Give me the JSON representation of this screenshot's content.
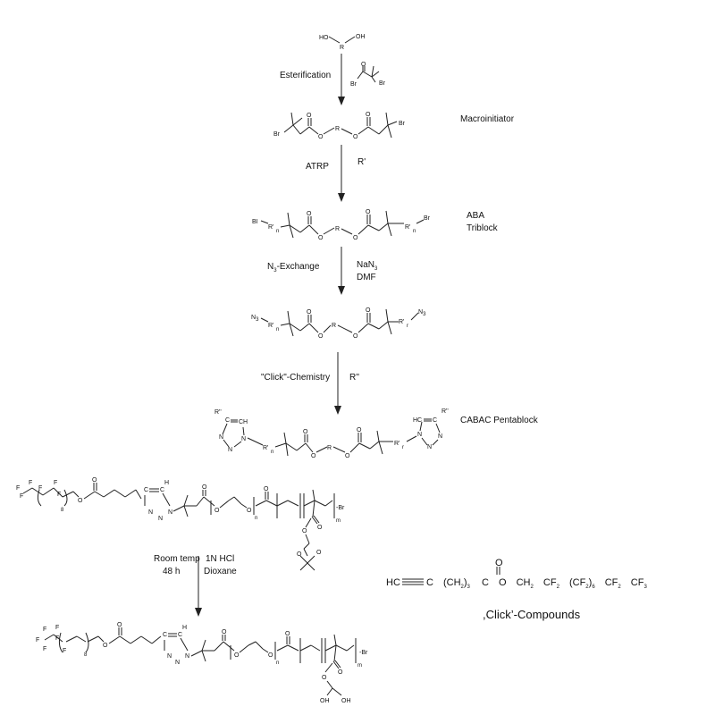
{
  "reagents": {
    "step1_label": "Esterification",
    "step2_label": "ATRP",
    "step2_reagent": "R'",
    "step3_label_main": "N",
    "step3_label_sub": "3",
    "step3_label_rest": "-Exchange",
    "step3_reagent1_main": "NaN",
    "step3_reagent1_sub": "3",
    "step3_reagent2": "DMF",
    "step4_label": "\"Click\"-Chemistry",
    "step4_reagent": "R''",
    "step5_cond1": "Room temp",
    "step5_cond2": "48 h",
    "step5_reag1": "1N HCl",
    "step5_reag2": "Dioxane"
  },
  "products": {
    "macroinitiator": "Macroinitiator",
    "aba_line1": "ABA",
    "aba_line2": "Triblock",
    "cabac": "CABAC Pentablock"
  },
  "atoms": {
    "ho_left": "HO",
    "r": "R",
    "oh_right": "OH",
    "br": "Br",
    "bi": "BI",
    "o": "O",
    "n3": "N",
    "n3_sub": "3",
    "rn": "R'",
    "rn_sub": "n",
    "rr_sub": "r",
    "rpp": "R''",
    "hc": "HC",
    "ch": "CH",
    "n": "N",
    "f": "F",
    "h": "H",
    "idx8": "8",
    "idxn": "n",
    "idxm": "m",
    "br_end": "-Br"
  },
  "click_compound": {
    "formula_parts": [
      "HC",
      "C",
      "(CH",
      "2",
      ")",
      "3",
      "C",
      "O",
      "CH",
      "2",
      "CF",
      "2",
      "(CF",
      "2",
      ")",
      "6",
      "CF",
      "2",
      "CF",
      "3"
    ],
    "caption": ",Click’-Compounds"
  }
}
